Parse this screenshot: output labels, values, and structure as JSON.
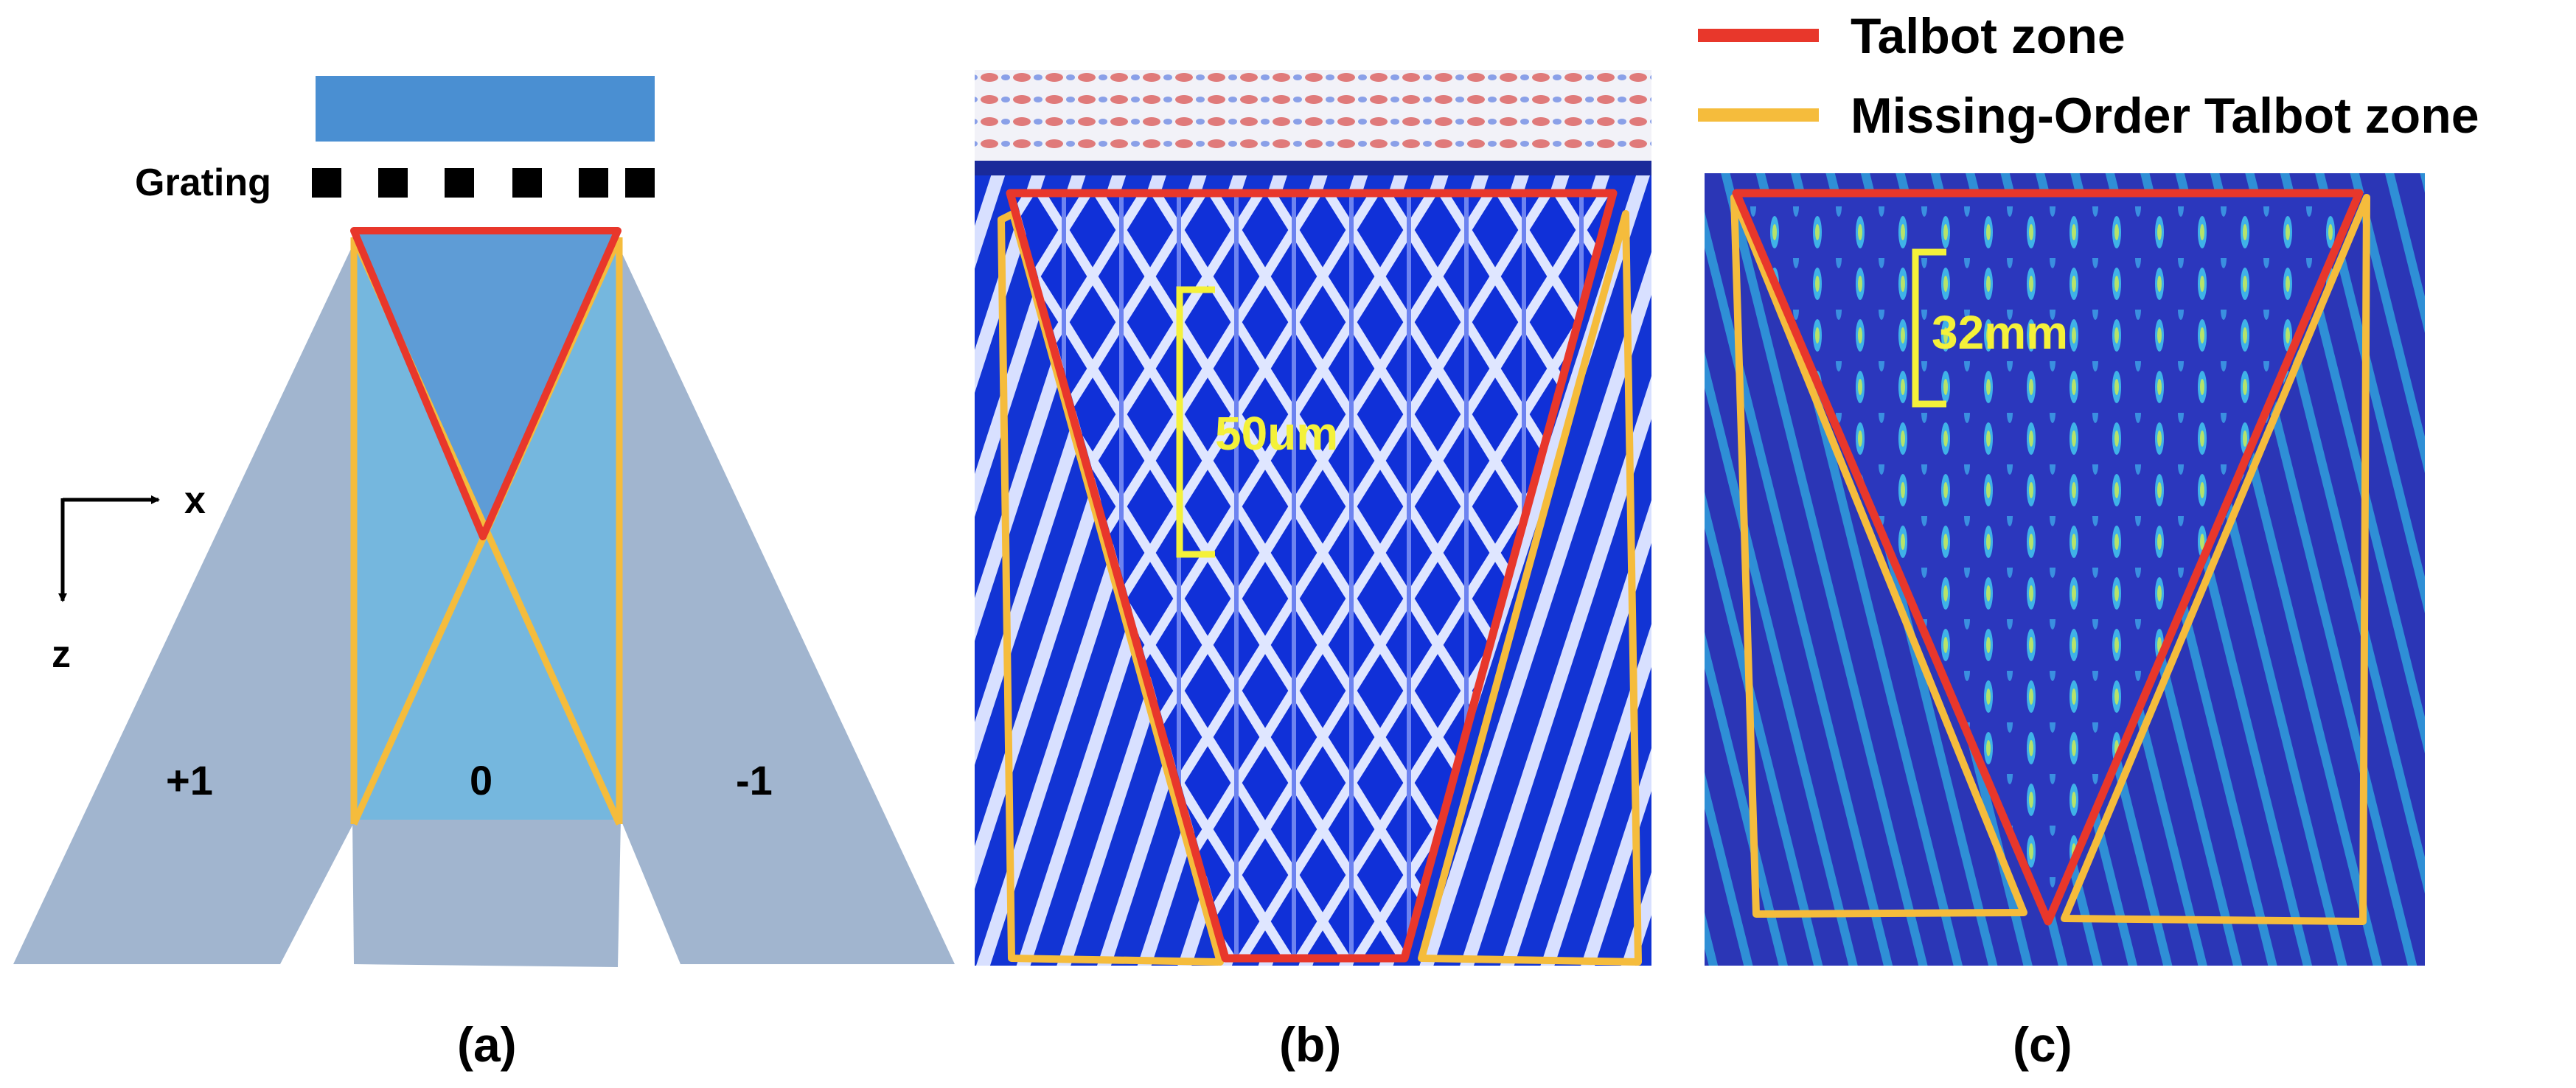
{
  "legend": {
    "items": [
      {
        "label": "Talbot zone",
        "color": "#E8372B"
      },
      {
        "label": "Missing-Order Talbot zone",
        "color": "#F5BC3C"
      }
    ]
  },
  "panel_a": {
    "caption": "(a)",
    "grating_label": "Grating",
    "axis_x": "x",
    "axis_z": "z",
    "orders": [
      "+1",
      "0",
      "-1"
    ]
  },
  "panel_b": {
    "caption": "(b)",
    "scale_label": "50um"
  },
  "panel_c": {
    "caption": "(c)",
    "scale_label": "32mm"
  },
  "colors": {
    "talbot": "#E8372B",
    "missing_order": "#F5BC3C",
    "beam": "#4A8FD2",
    "region": "#A1B5CF",
    "central": "#75B7DE",
    "sim_b_base": "#1133D6",
    "sim_c_base": "#2A34B8",
    "scale_bar": "#F4F13A"
  }
}
